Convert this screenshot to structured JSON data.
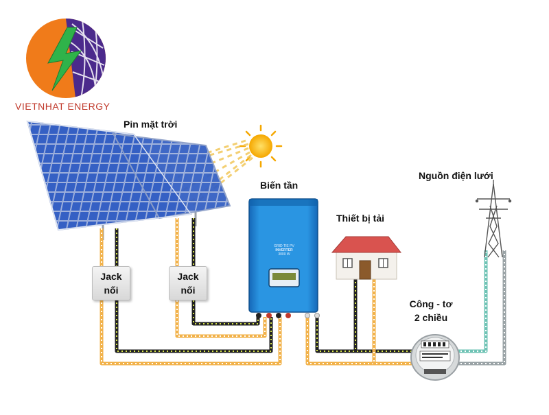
{
  "brand": {
    "name": "VIETNHAT ENERGY",
    "logo_icon": "lightning-globe-icon",
    "colors": {
      "orange": "#f07b1a",
      "purple": "#4b2a8c",
      "green": "#2fb34a",
      "red": "#c0392b"
    }
  },
  "labels": {
    "solar_panel": "Pin mặt trời",
    "inverter": "Biến tần",
    "load": "Thiết bị tải",
    "grid": "Nguồn điện lưới",
    "meter_line1": "Công - tơ",
    "meter_line2": "2 chiều"
  },
  "junction_boxes": [
    {
      "line1": "Jack",
      "line2": "nối"
    },
    {
      "line1": "Jack",
      "line2": "nối"
    }
  ],
  "inverter_panel": {
    "line1": "GRID TIE PV",
    "line2": "INVERTER",
    "line3": "3000 W"
  },
  "colors": {
    "wire_orange": "#f2b24a",
    "wire_black": "#222222",
    "wire_dot": "#d9e64a",
    "wire_teal": "#6fc3b5",
    "wire_gray": "#9aa3a6",
    "inverter_blue": "#1c86d6",
    "panel_blue": "#2a4ea8",
    "roof_red": "#d9534f",
    "sun": "#f7c21c"
  },
  "icons": [
    "sun-icon",
    "house-icon",
    "transmission-tower-icon",
    "energy-meter-icon",
    "solar-panel-icon",
    "inverter-icon"
  ]
}
